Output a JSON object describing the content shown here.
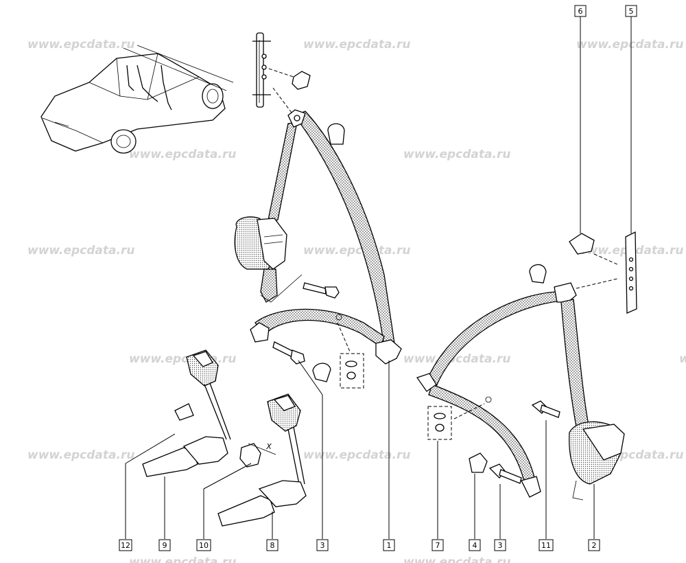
{
  "watermark": "www.epcdata.ru",
  "callouts": {
    "top_right": [
      "6",
      "5"
    ],
    "bottom": [
      "12",
      "9",
      "10",
      "8",
      "3",
      "1",
      "7",
      "4",
      "3",
      "11",
      "2"
    ]
  },
  "dimension_label": "X"
}
